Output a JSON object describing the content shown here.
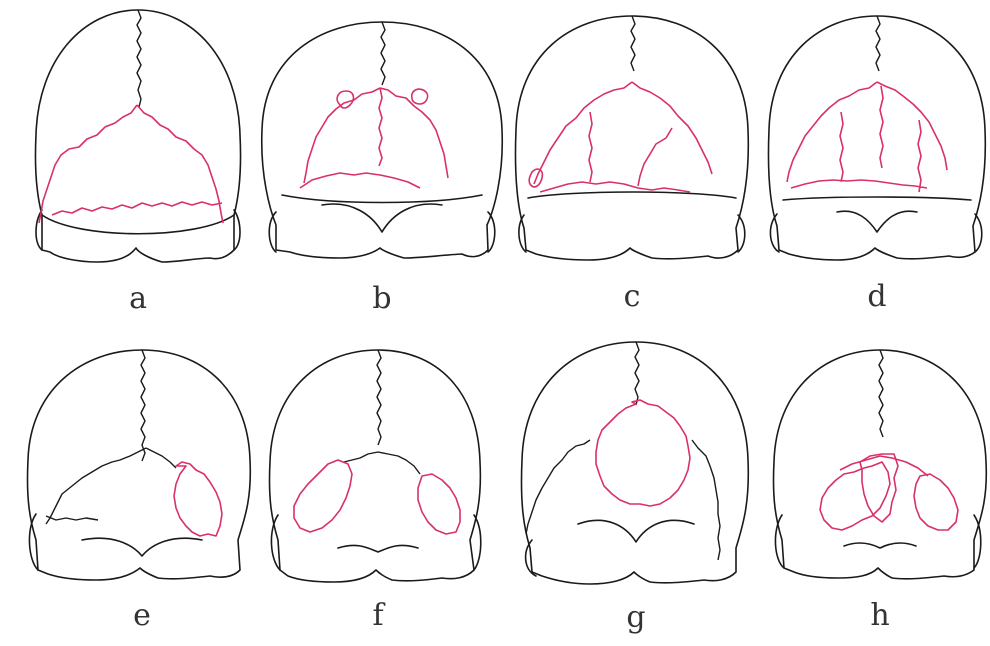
{
  "colors": {
    "ink": "#1a1a1a",
    "suture_highlight": "#d9306a",
    "background": "#ffffff"
  },
  "panels": [
    {
      "label": "a"
    },
    {
      "label": "b"
    },
    {
      "label": "c"
    },
    {
      "label": "d"
    },
    {
      "label": "e"
    },
    {
      "label": "f"
    },
    {
      "label": "g"
    },
    {
      "label": "h"
    }
  ]
}
